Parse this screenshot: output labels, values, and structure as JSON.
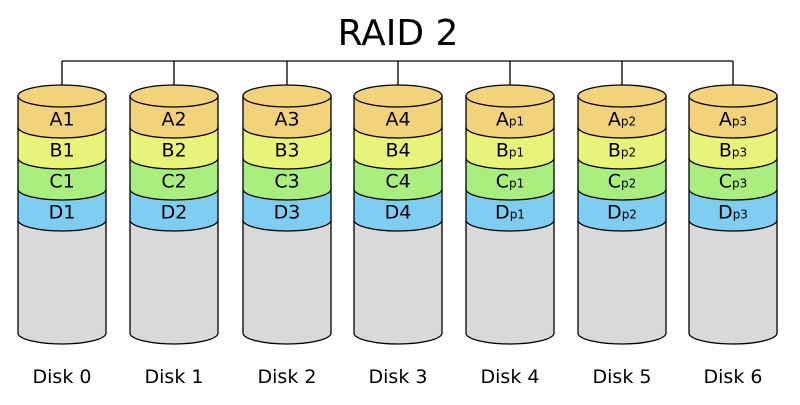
{
  "title": "RAID 2",
  "colors": {
    "row_a": "#f3d27c",
    "row_b": "#e8f37a",
    "row_c": "#a9ee7e",
    "row_d": "#7fcdf1",
    "empty": "#d9d9d9",
    "stroke": "#000000",
    "text": "#000000"
  },
  "disks": [
    {
      "name": "Disk 0",
      "blocks": [
        {
          "main": "A1",
          "sub": ""
        },
        {
          "main": "B1",
          "sub": ""
        },
        {
          "main": "C1",
          "sub": ""
        },
        {
          "main": "D1",
          "sub": ""
        }
      ]
    },
    {
      "name": "Disk 1",
      "blocks": [
        {
          "main": "A2",
          "sub": ""
        },
        {
          "main": "B2",
          "sub": ""
        },
        {
          "main": "C2",
          "sub": ""
        },
        {
          "main": "D2",
          "sub": ""
        }
      ]
    },
    {
      "name": "Disk 2",
      "blocks": [
        {
          "main": "A3",
          "sub": ""
        },
        {
          "main": "B3",
          "sub": ""
        },
        {
          "main": "C3",
          "sub": ""
        },
        {
          "main": "D3",
          "sub": ""
        }
      ]
    },
    {
      "name": "Disk 3",
      "blocks": [
        {
          "main": "A4",
          "sub": ""
        },
        {
          "main": "B4",
          "sub": ""
        },
        {
          "main": "C4",
          "sub": ""
        },
        {
          "main": "D4",
          "sub": ""
        }
      ]
    },
    {
      "name": "Disk 4",
      "blocks": [
        {
          "main": "A",
          "sub": "p1"
        },
        {
          "main": "B",
          "sub": "p1"
        },
        {
          "main": "C",
          "sub": "p1"
        },
        {
          "main": "D",
          "sub": "p1"
        }
      ]
    },
    {
      "name": "Disk 5",
      "blocks": [
        {
          "main": "A",
          "sub": "p2"
        },
        {
          "main": "B",
          "sub": "p2"
        },
        {
          "main": "C",
          "sub": "p2"
        },
        {
          "main": "D",
          "sub": "p2"
        }
      ]
    },
    {
      "name": "Disk 6",
      "blocks": [
        {
          "main": "A",
          "sub": "p3"
        },
        {
          "main": "B",
          "sub": "p3"
        },
        {
          "main": "C",
          "sub": "p3"
        },
        {
          "main": "D",
          "sub": "p3"
        }
      ]
    }
  ]
}
